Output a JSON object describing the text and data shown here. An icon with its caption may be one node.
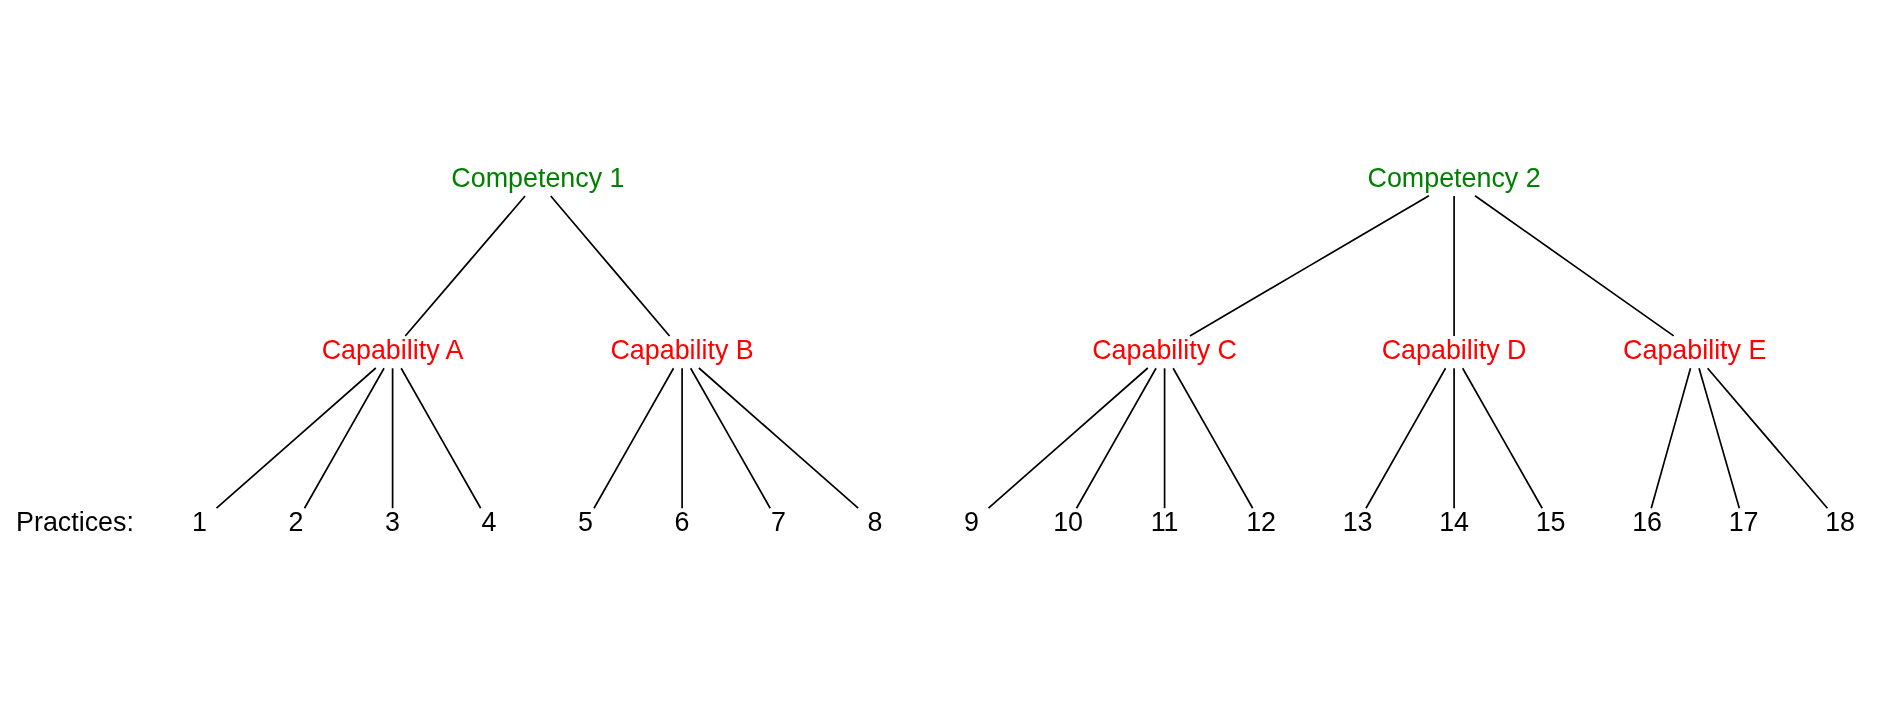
{
  "diagram": {
    "nodes": [
      {
        "text": [
          "Competency 1"
        ]
      },
      {
        "text": [
          "Competency 2"
        ]
      },
      {
        "text": [
          "Capability A"
        ]
      },
      {
        "text": [
          "Capability B"
        ]
      },
      {
        "text": [
          "Capability C"
        ]
      },
      {
        "text": [
          "Capability D"
        ]
      },
      {
        "text": [
          "Capability E"
        ]
      },
      {
        "text": [
          "1"
        ]
      },
      {
        "text": [
          "2"
        ]
      },
      {
        "text": [
          "3"
        ]
      },
      {
        "text": [
          "4"
        ]
      },
      {
        "text": [
          "5"
        ]
      },
      {
        "text": [
          "6"
        ]
      },
      {
        "text": [
          "7"
        ]
      },
      {
        "text": [
          "8"
        ]
      },
      {
        "text": [
          "9"
        ]
      },
      {
        "text": [
          "10"
        ]
      },
      {
        "text": [
          "11"
        ]
      },
      {
        "text": [
          "12"
        ]
      },
      {
        "text": [
          "13"
        ]
      },
      {
        "text": [
          "14"
        ]
      },
      {
        "text": [
          "15"
        ]
      },
      {
        "text": [
          "16"
        ]
      },
      {
        "text": [
          "17"
        ]
      },
      {
        "text": [
          "18"
        ]
      }
    ],
    "edges": [
      {
        "from": 0,
        "to": 2,
        "arrow": "none"
      },
      {
        "from": 0,
        "to": 3,
        "arrow": "none"
      },
      {
        "from": 1,
        "to": 4,
        "arrow": "none"
      },
      {
        "from": 1,
        "to": 5,
        "arrow": "none"
      },
      {
        "from": 1,
        "to": 6,
        "arrow": "none"
      },
      {
        "from": 2,
        "to": 7,
        "arrow": "none"
      },
      {
        "from": 2,
        "to": 8,
        "arrow": "none"
      },
      {
        "from": 2,
        "to": 9,
        "arrow": "none"
      },
      {
        "from": 2,
        "to": 10,
        "arrow": "none"
      },
      {
        "from": 3,
        "to": 11,
        "arrow": "none"
      },
      {
        "from": 3,
        "to": 12,
        "arrow": "none"
      },
      {
        "from": 3,
        "to": 13,
        "arrow": "none"
      },
      {
        "from": 3,
        "to": 14,
        "arrow": "none"
      },
      {
        "from": 4,
        "to": 15,
        "arrow": "none"
      },
      {
        "from": 4,
        "to": 16,
        "arrow": "none"
      },
      {
        "from": 4,
        "to": 17,
        "arrow": "none"
      },
      {
        "from": 4,
        "to": 18,
        "arrow": "none"
      },
      {
        "from": 5,
        "to": 19,
        "arrow": "none"
      },
      {
        "from": 5,
        "to": 20,
        "arrow": "none"
      },
      {
        "from": 5,
        "to": 21,
        "arrow": "none"
      },
      {
        "from": 6,
        "to": 22,
        "arrow": "none"
      },
      {
        "from": 6,
        "to": 23,
        "arrow": "none"
      },
      {
        "from": 6,
        "to": 24,
        "arrow": "none"
      }
    ],
    "labels": [
      "Practices:"
    ]
  }
}
